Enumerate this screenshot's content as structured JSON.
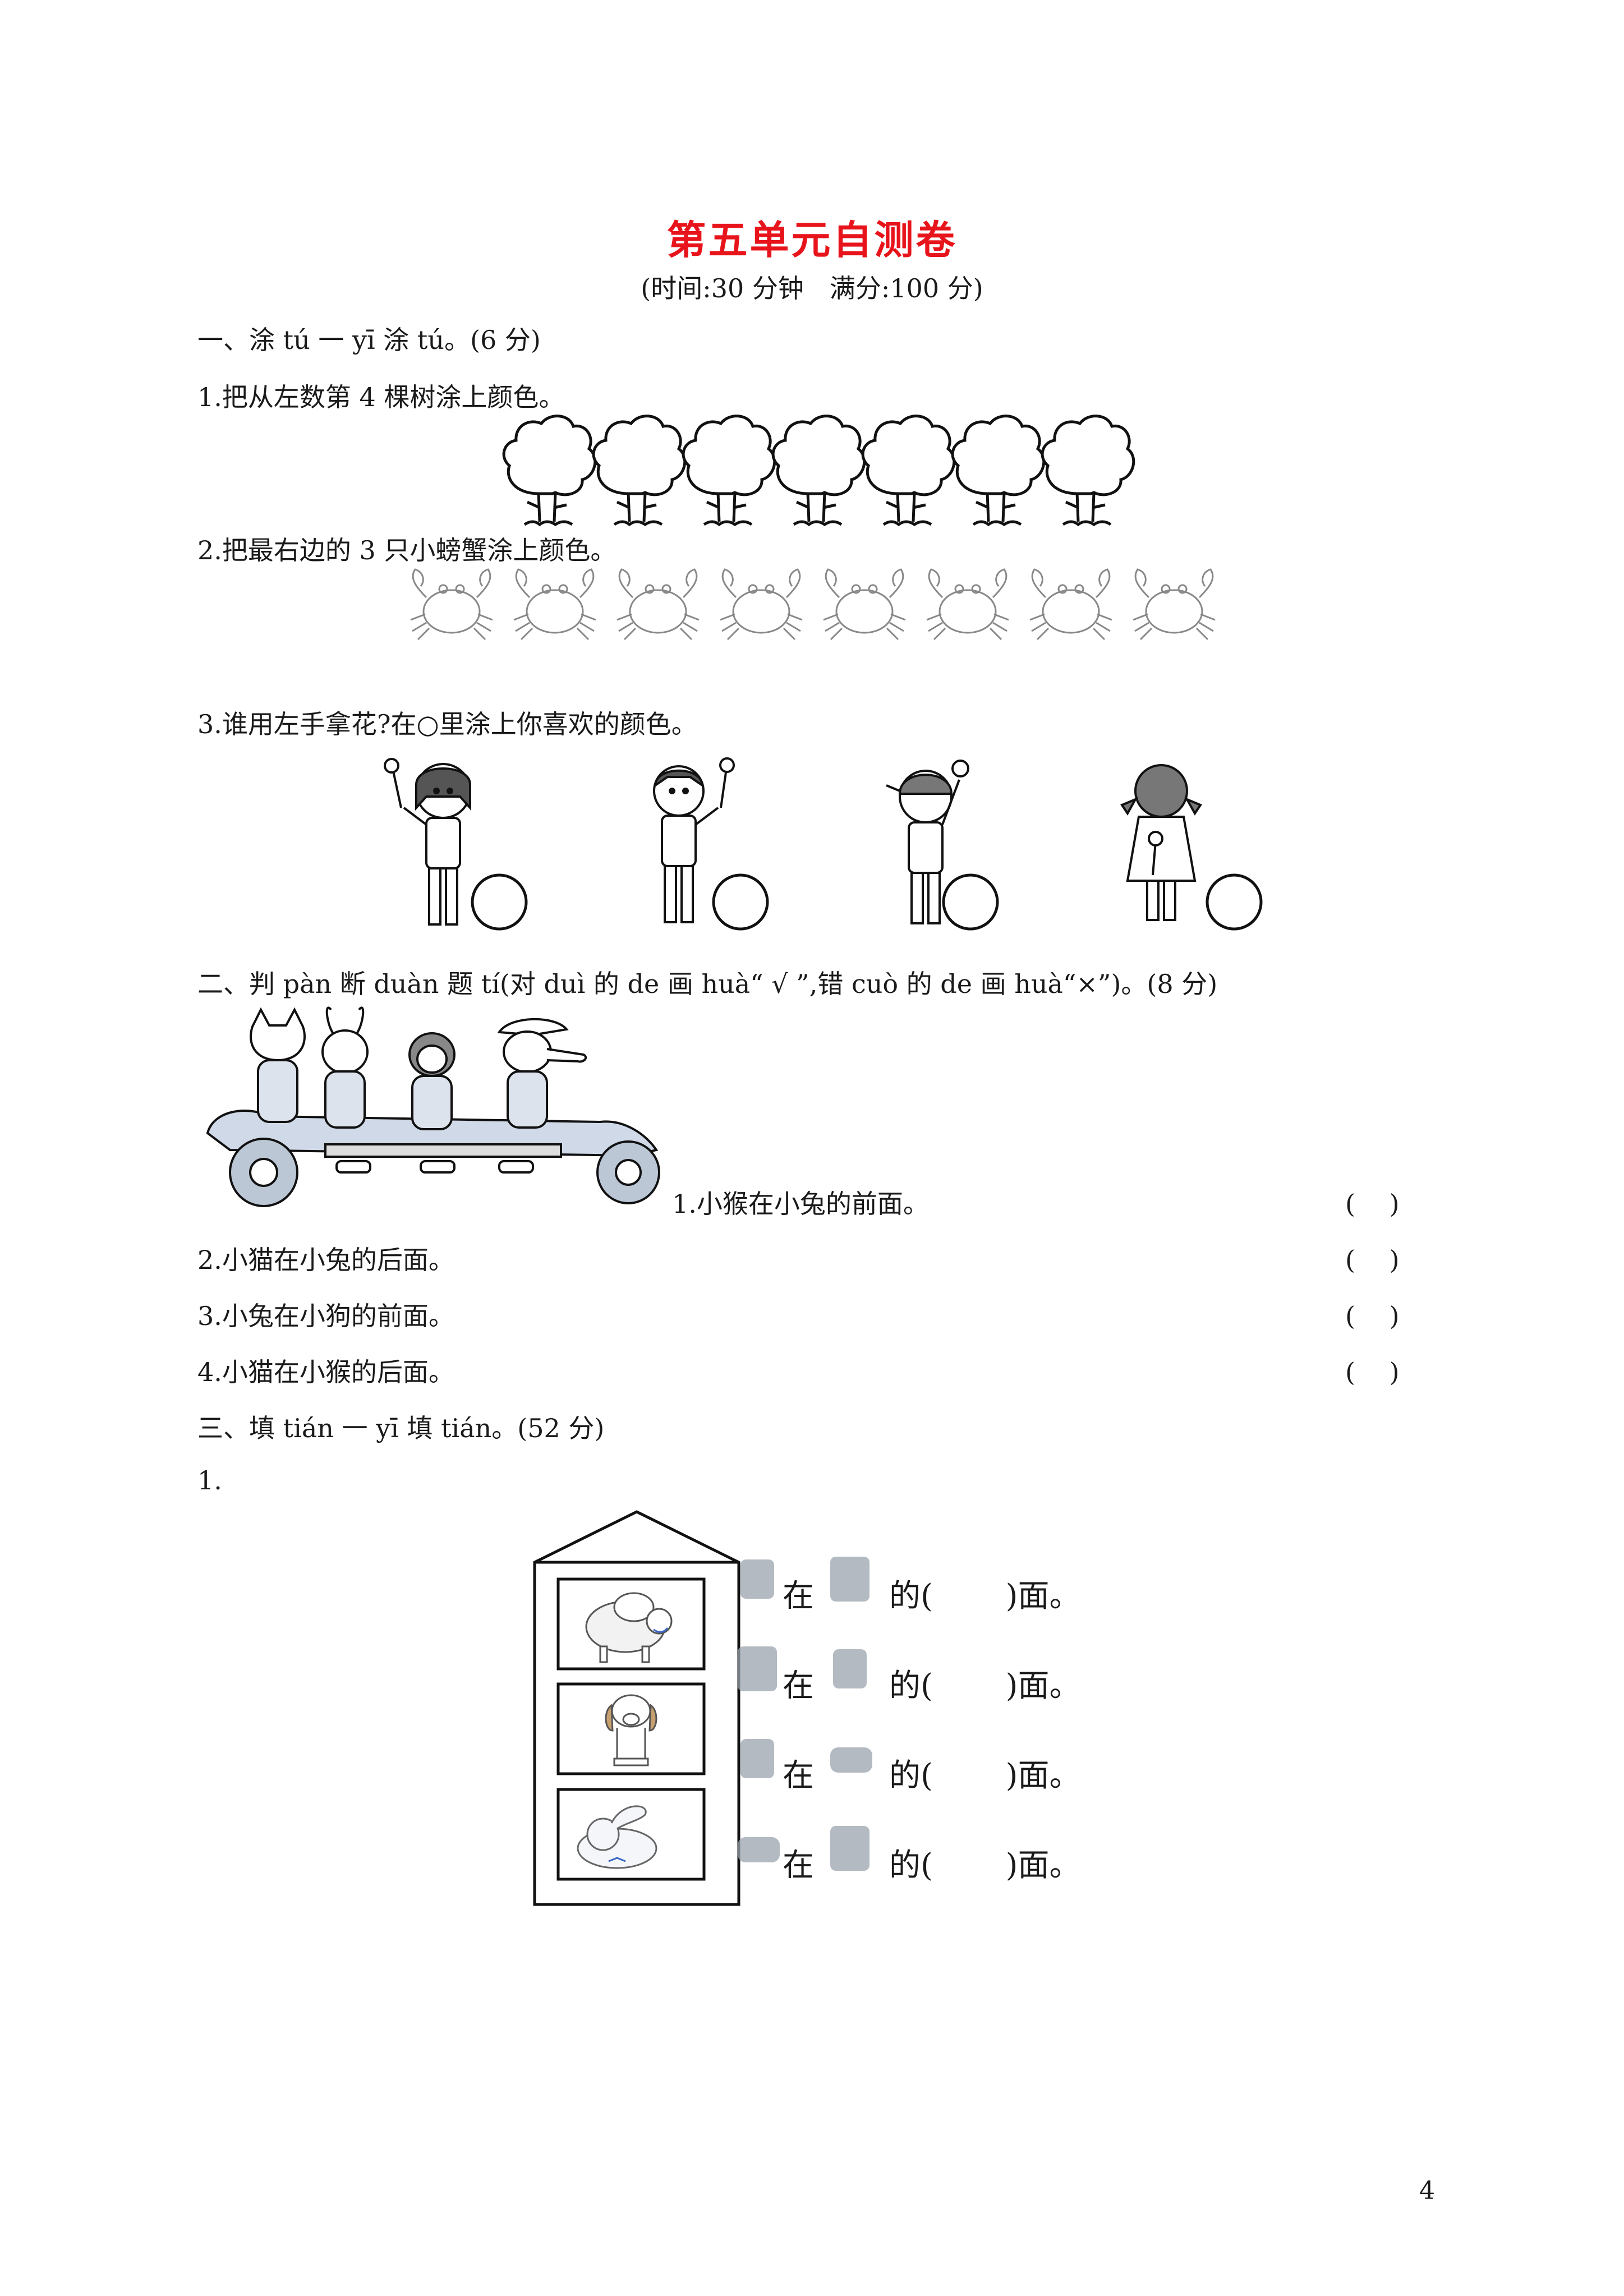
{
  "title": "第五单元自测卷",
  "subtitle": "(时间:30 分钟　满分:100 分)",
  "sections": [
    {
      "heading": "一、涂 tú 一 yī 涂 tú。(6 分)",
      "questions": [
        "1.把从左数第 4 棵树涂上颜色。",
        "2.把最右边的 3 只小螃蟹涂上颜色。",
        "3.谁用左手拿花?在○里涂上你喜欢的颜色。"
      ]
    },
    {
      "heading": "二、判 pàn 断 duàn 题 tí(对 duì 的 de 画 huà“ √ ”,错 cuò 的 de 画 huà“×”)。(8 分)",
      "items": [
        {
          "text": "1.小猴在小兔的前面。",
          "paren": "(　 )"
        },
        {
          "text": "2.小猫在小兔的后面。",
          "paren": "(　 )"
        },
        {
          "text": "3.小兔在小狗的前面。",
          "paren": "(　 )"
        },
        {
          "text": "4.小猫在小猴的后面。",
          "paren": "(　 )"
        }
      ]
    },
    {
      "heading": "三、填 tián 一 yī 填 tián。(52 分)",
      "q1_label": "1.",
      "fill_rows": [
        {
          "word1": "在",
          "word2": "的(　　 )面。"
        },
        {
          "word1": "在",
          "word2": "的(　　 )面。"
        },
        {
          "word1": "在",
          "word2": "的(　　 )面。"
        },
        {
          "word1": "在",
          "word2": "的(　　 )面。"
        }
      ]
    }
  ],
  "page_number": "4",
  "icons": [
    "tree-icon",
    "crab-icon",
    "child-icon",
    "circle-icon",
    "tandem-bike-icon",
    "house-icon",
    "sheep-icon",
    "dog-icon",
    "rabbit-icon"
  ]
}
